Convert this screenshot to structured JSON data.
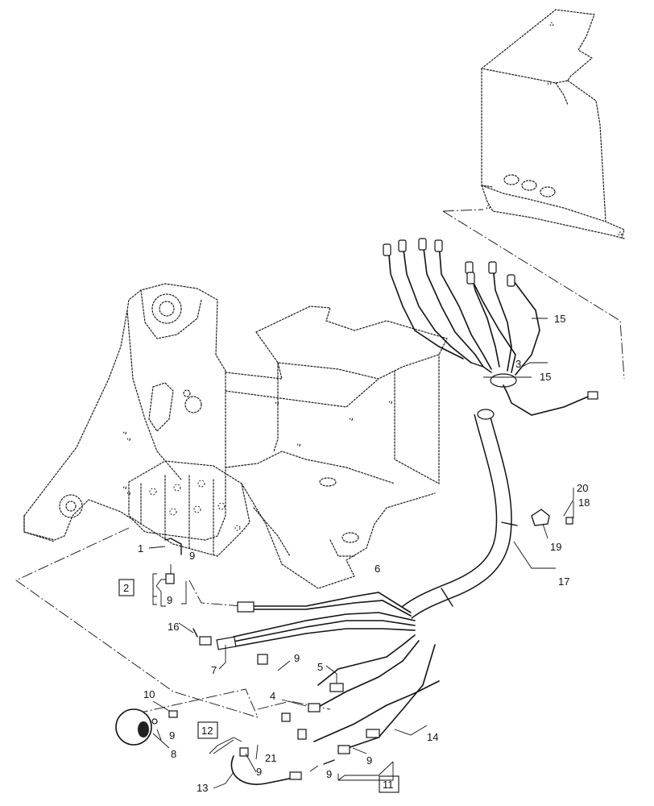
{
  "diagram": {
    "callouts": [
      {
        "id": "c1",
        "text": "1"
      },
      {
        "id": "c2",
        "text": "2"
      },
      {
        "id": "c3",
        "text": "3"
      },
      {
        "id": "c4",
        "text": "4"
      },
      {
        "id": "c5",
        "text": "5"
      },
      {
        "id": "c6",
        "text": "6"
      },
      {
        "id": "c7",
        "text": "7"
      },
      {
        "id": "c8",
        "text": "8"
      },
      {
        "id": "c9a",
        "text": "9"
      },
      {
        "id": "c9b",
        "text": "9"
      },
      {
        "id": "c9c",
        "text": "9"
      },
      {
        "id": "c9d",
        "text": "9"
      },
      {
        "id": "c9e",
        "text": "9"
      },
      {
        "id": "c9f",
        "text": "9"
      },
      {
        "id": "c9g",
        "text": "9"
      },
      {
        "id": "c10",
        "text": "10"
      },
      {
        "id": "c11",
        "text": "11"
      },
      {
        "id": "c12",
        "text": "12"
      },
      {
        "id": "c13",
        "text": "13"
      },
      {
        "id": "c14",
        "text": "14"
      },
      {
        "id": "c15a",
        "text": "15"
      },
      {
        "id": "c15b",
        "text": "15"
      },
      {
        "id": "c16",
        "text": "16"
      },
      {
        "id": "c17",
        "text": "17"
      },
      {
        "id": "c18",
        "text": "18"
      },
      {
        "id": "c19",
        "text": "19"
      },
      {
        "id": "c20",
        "text": "20"
      },
      {
        "id": "c21",
        "text": "21"
      }
    ]
  }
}
